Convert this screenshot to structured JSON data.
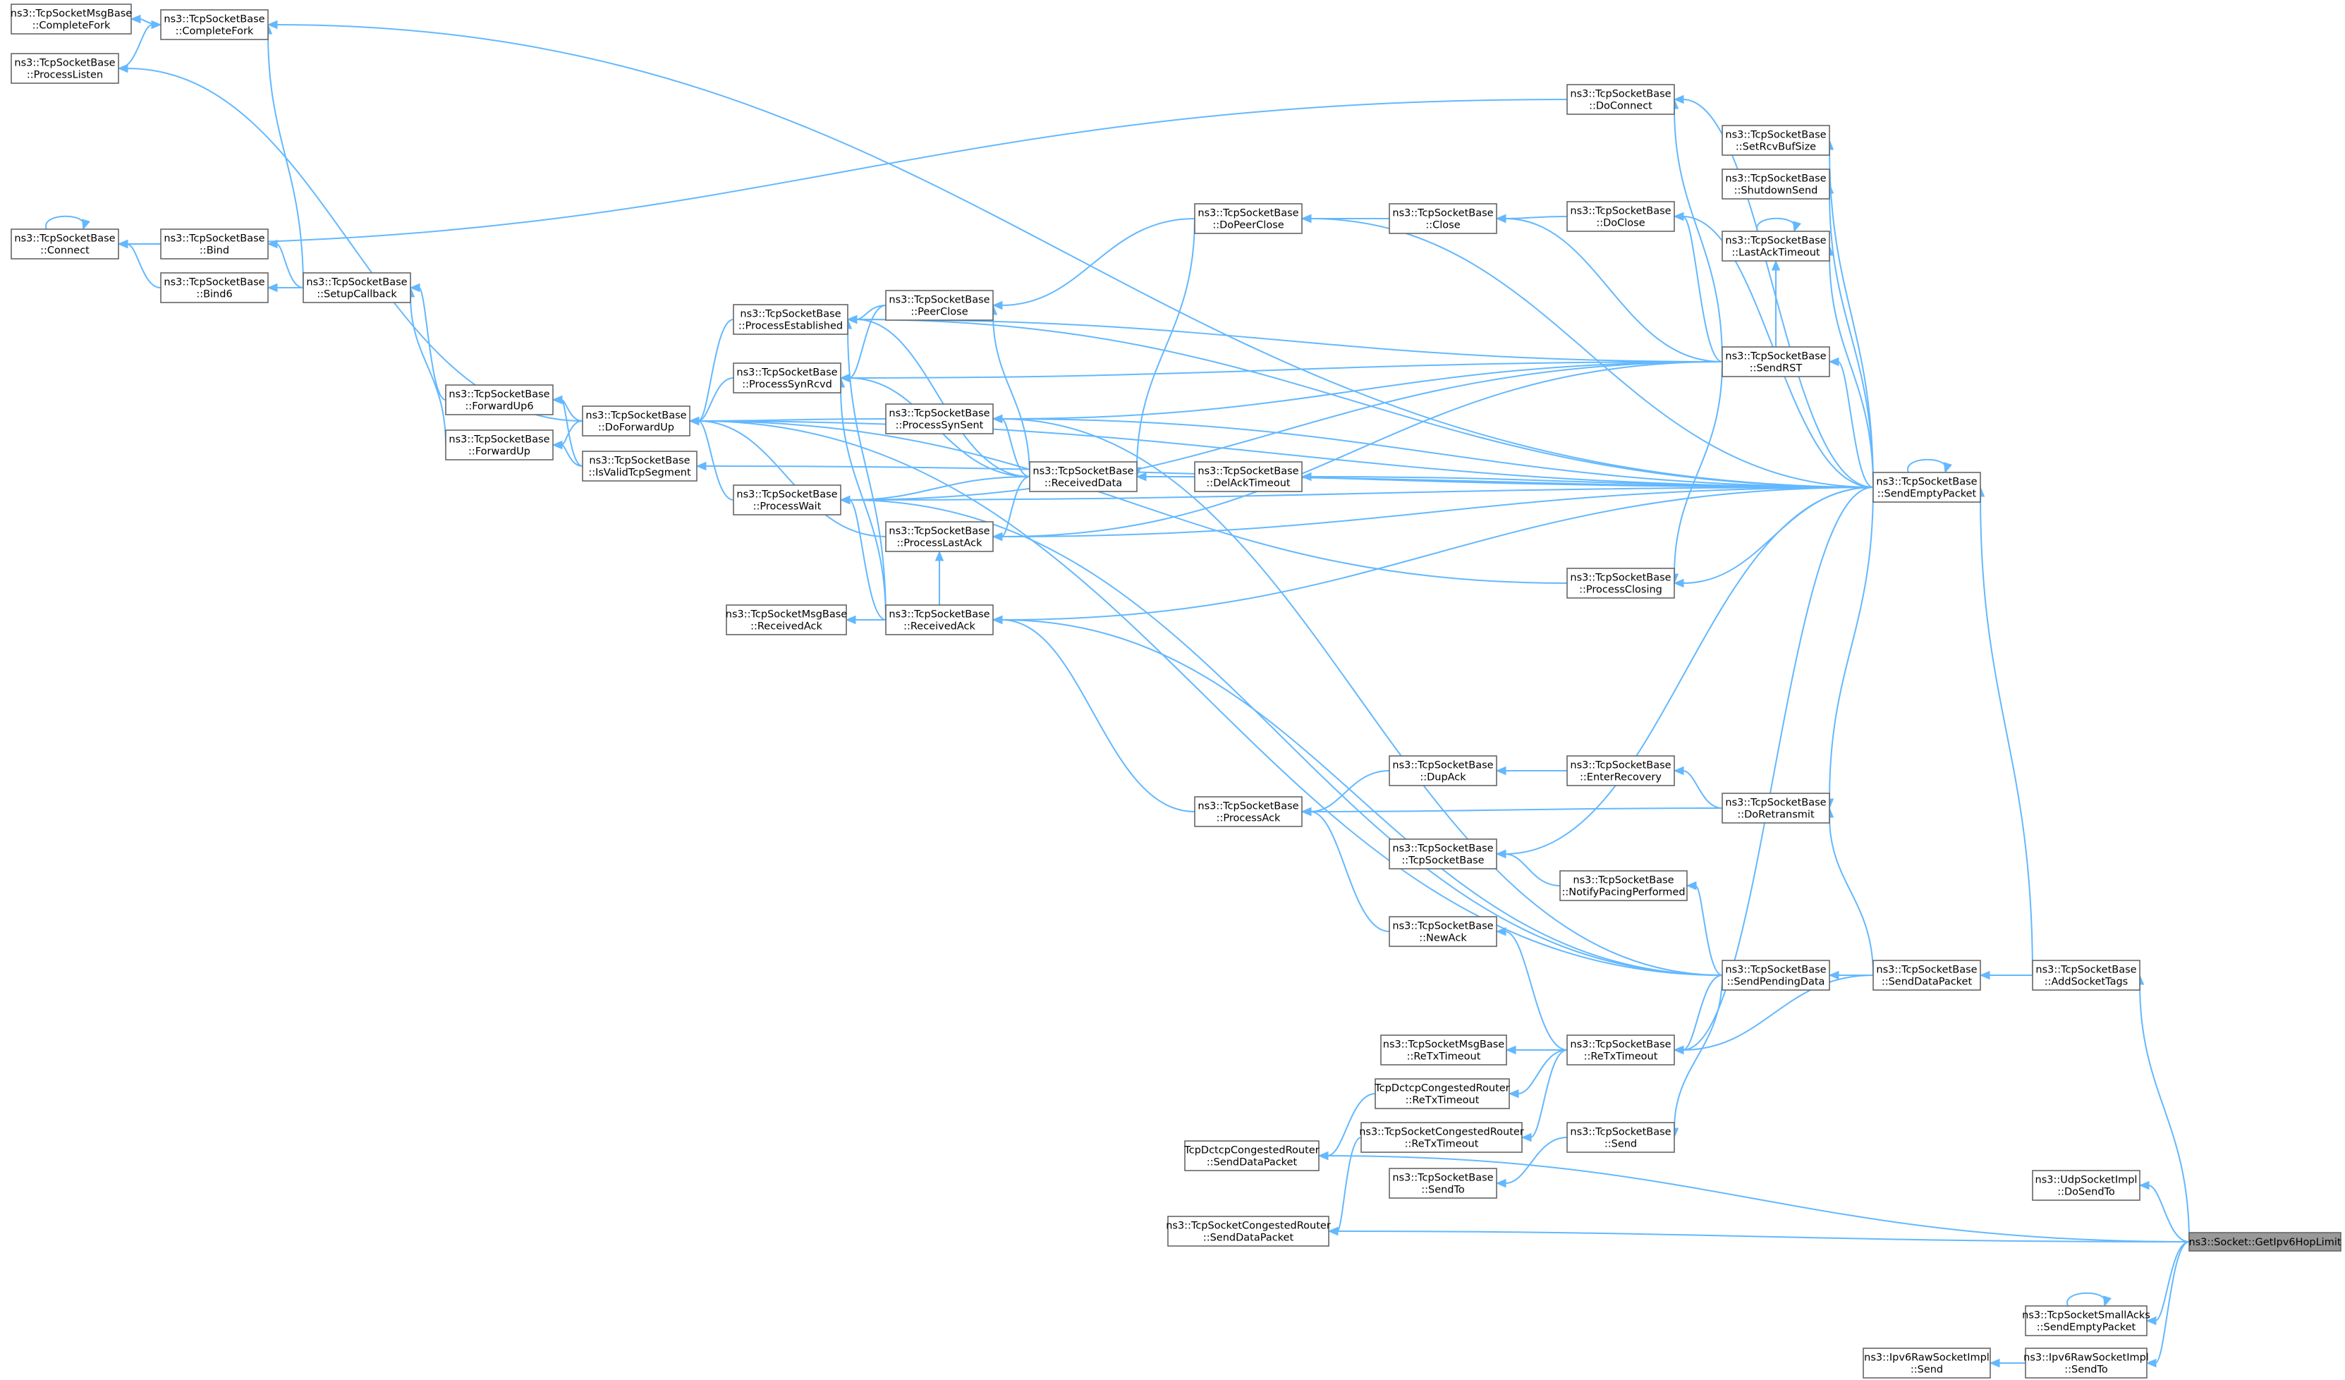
{
  "colors": {
    "edge": "#63b8ff",
    "node_border": "#666666",
    "focus_fill": "#999999"
  },
  "nodes": [
    {
      "id": "msgCompleteFork",
      "lines": [
        "ns3::TcpSocketMsgBase",
        "::CompleteFork"
      ]
    },
    {
      "id": "completeFork",
      "lines": [
        "ns3::TcpSocketBase",
        "::CompleteFork"
      ]
    },
    {
      "id": "processListen",
      "lines": [
        "ns3::TcpSocketBase",
        "::ProcessListen"
      ]
    },
    {
      "id": "connect",
      "lines": [
        "ns3::TcpSocketBase",
        "::Connect"
      ]
    },
    {
      "id": "bind",
      "lines": [
        "ns3::TcpSocketBase",
        "::Bind"
      ]
    },
    {
      "id": "bind6",
      "lines": [
        "ns3::TcpSocketBase",
        "::Bind6"
      ]
    },
    {
      "id": "setupCallback",
      "lines": [
        "ns3::TcpSocketBase",
        "::SetupCallback"
      ]
    },
    {
      "id": "forwardUp6",
      "lines": [
        "ns3::TcpSocketBase",
        "::ForwardUp6"
      ]
    },
    {
      "id": "forwardUp",
      "lines": [
        "ns3::TcpSocketBase",
        "::ForwardUp"
      ]
    },
    {
      "id": "doForwardUp",
      "lines": [
        "ns3::TcpSocketBase",
        "::DoForwardUp"
      ]
    },
    {
      "id": "isValidTcpSegment",
      "lines": [
        "ns3::TcpSocketBase",
        "::IsValidTcpSegment"
      ]
    },
    {
      "id": "processEstablished",
      "lines": [
        "ns3::TcpSocketBase",
        "::ProcessEstablished"
      ]
    },
    {
      "id": "processSynRcvd",
      "lines": [
        "ns3::TcpSocketBase",
        "::ProcessSynRcvd"
      ]
    },
    {
      "id": "processWait",
      "lines": [
        "ns3::TcpSocketBase",
        "::ProcessWait"
      ]
    },
    {
      "id": "msgReceivedAck",
      "lines": [
        "ns3::TcpSocketMsgBase",
        "::ReceivedAck"
      ]
    },
    {
      "id": "peerClose",
      "lines": [
        "ns3::TcpSocketBase",
        "::PeerClose"
      ]
    },
    {
      "id": "processSynSent",
      "lines": [
        "ns3::TcpSocketBase",
        "::ProcessSynSent"
      ]
    },
    {
      "id": "processLastAck",
      "lines": [
        "ns3::TcpSocketBase",
        "::ProcessLastAck"
      ]
    },
    {
      "id": "receivedAck",
      "lines": [
        "ns3::TcpSocketBase",
        "::ReceivedAck"
      ]
    },
    {
      "id": "receivedData",
      "lines": [
        "ns3::TcpSocketBase",
        "::ReceivedData"
      ]
    },
    {
      "id": "doPeerClose",
      "lines": [
        "ns3::TcpSocketBase",
        "::DoPeerClose"
      ]
    },
    {
      "id": "delAckTimeout",
      "lines": [
        "ns3::TcpSocketBase",
        "::DelAckTimeout"
      ]
    },
    {
      "id": "processAck",
      "lines": [
        "ns3::TcpSocketBase",
        "::ProcessAck"
      ]
    },
    {
      "id": "dctcpSendDataPacket",
      "lines": [
        "TcpDctcpCongestedRouter",
        "::SendDataPacket"
      ]
    },
    {
      "id": "congSendDataPacket",
      "lines": [
        "ns3::TcpSocketCongestedRouter",
        "::SendDataPacket"
      ]
    },
    {
      "id": "close",
      "lines": [
        "ns3::TcpSocketBase",
        "::Close"
      ]
    },
    {
      "id": "dupAck",
      "lines": [
        "ns3::TcpSocketBase",
        "::DupAck"
      ]
    },
    {
      "id": "ctor",
      "lines": [
        "ns3::TcpSocketBase",
        "::TcpSocketBase"
      ]
    },
    {
      "id": "newAck",
      "lines": [
        "ns3::TcpSocketBase",
        "::NewAck"
      ]
    },
    {
      "id": "msgReTxTimeout",
      "lines": [
        "ns3::TcpSocketMsgBase",
        "::ReTxTimeout"
      ]
    },
    {
      "id": "dctcpReTxTimeout",
      "lines": [
        "TcpDctcpCongestedRouter",
        "::ReTxTimeout"
      ]
    },
    {
      "id": "congReTxTimeout",
      "lines": [
        "ns3::TcpSocketCongestedRouter",
        "::ReTxTimeout"
      ]
    },
    {
      "id": "sendTo",
      "lines": [
        "ns3::TcpSocketBase",
        "::SendTo"
      ]
    },
    {
      "id": "doConnect",
      "lines": [
        "ns3::TcpSocketBase",
        "::DoConnect"
      ]
    },
    {
      "id": "doClose",
      "lines": [
        "ns3::TcpSocketBase",
        "::DoClose"
      ]
    },
    {
      "id": "processClosing",
      "lines": [
        "ns3::TcpSocketBase",
        "::ProcessClosing"
      ]
    },
    {
      "id": "enterRecovery",
      "lines": [
        "ns3::TcpSocketBase",
        "::EnterRecovery"
      ]
    },
    {
      "id": "notifyPacing",
      "lines": [
        "ns3::TcpSocketBase",
        "::NotifyPacingPerformed"
      ]
    },
    {
      "id": "reTxTimeout",
      "lines": [
        "ns3::TcpSocketBase",
        "::ReTxTimeout"
      ]
    },
    {
      "id": "send",
      "lines": [
        "ns3::TcpSocketBase",
        "::Send"
      ]
    },
    {
      "id": "setRcvBufSize",
      "lines": [
        "ns3::TcpSocketBase",
        "::SetRcvBufSize"
      ]
    },
    {
      "id": "shutdownSend",
      "lines": [
        "ns3::TcpSocketBase",
        "::ShutdownSend"
      ]
    },
    {
      "id": "lastAckTimeout",
      "lines": [
        "ns3::TcpSocketBase",
        "::LastAckTimeout"
      ]
    },
    {
      "id": "sendRST",
      "lines": [
        "ns3::TcpSocketBase",
        "::SendRST"
      ]
    },
    {
      "id": "doRetransmit",
      "lines": [
        "ns3::TcpSocketBase",
        "::DoRetransmit"
      ]
    },
    {
      "id": "sendPendingData",
      "lines": [
        "ns3::TcpSocketBase",
        "::SendPendingData"
      ]
    },
    {
      "id": "sendEmptyPacket",
      "lines": [
        "ns3::TcpSocketBase",
        "::SendEmptyPacket"
      ]
    },
    {
      "id": "sendDataPacket",
      "lines": [
        "ns3::TcpSocketBase",
        "::SendDataPacket"
      ]
    },
    {
      "id": "addSocketTags",
      "lines": [
        "ns3::TcpSocketBase",
        "::AddSocketTags"
      ]
    },
    {
      "id": "udpDoSendTo",
      "lines": [
        "ns3::UdpSocketImpl",
        "::DoSendTo"
      ]
    },
    {
      "id": "smallAcksSendEmpty",
      "lines": [
        "ns3::TcpSocketSmallAcks",
        "::SendEmptyPacket"
      ]
    },
    {
      "id": "ipv6RawSend",
      "lines": [
        "ns3::Ipv6RawSocketImpl",
        "::Send"
      ]
    },
    {
      "id": "ipv6RawSendTo",
      "lines": [
        "ns3::Ipv6RawSocketImpl",
        "::SendTo"
      ]
    },
    {
      "id": "getIpv6HopLimit",
      "lines": [
        "ns3::Socket::GetIpv6HopLimit"
      ],
      "focus": true
    }
  ]
}
